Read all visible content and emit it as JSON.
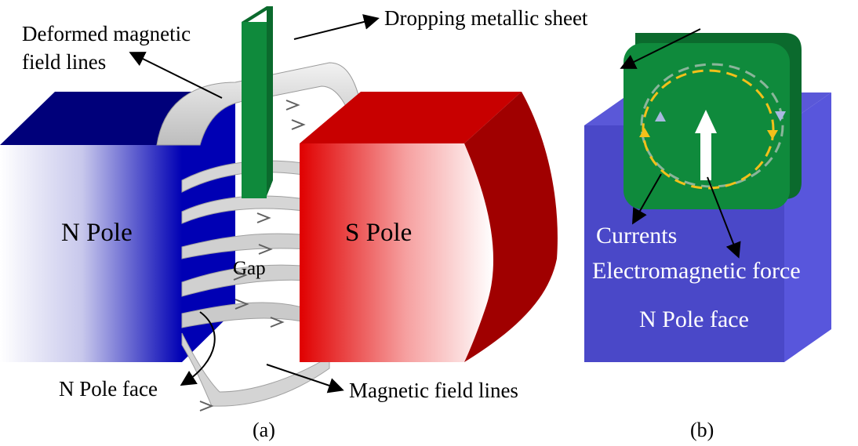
{
  "figure_a": {
    "caption": "(a)",
    "labels": {
      "deformed_field_lines_1": "Deformed magnetic",
      "deformed_field_lines_2": "field lines",
      "dropping_sheet": "Dropping metallic sheet",
      "n_pole": "N Pole",
      "s_pole": "S Pole",
      "gap": "Gap",
      "n_pole_face": "N Pole face",
      "magnetic_field_lines": "Magnetic field lines"
    }
  },
  "figure_b": {
    "caption": "(b)",
    "labels": {
      "currents": "Currents",
      "em_force": "Electromagnetic force",
      "n_pole_face": "N Pole face"
    }
  },
  "colors": {
    "n_pole_blue": "#0000b4",
    "n_pole_dark": "#00007a",
    "s_pole_red": "#e00000",
    "s_pole_dark": "#a00000",
    "sheet_green": "#0f8a3c",
    "pole_face_b": "#4a48c8",
    "current_loop": "#f2c01a",
    "field_sheet": "#d9d9d9"
  }
}
